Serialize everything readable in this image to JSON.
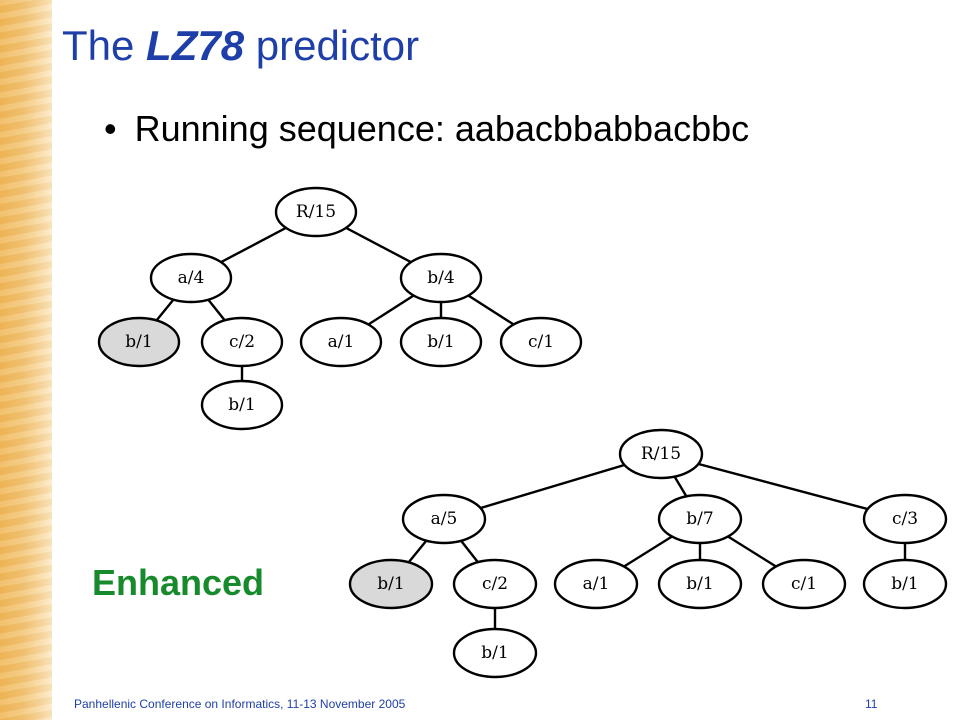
{
  "slide": {
    "title_prefix": "The ",
    "title_em": "LZ78",
    "title_suffix": " predictor",
    "bullet": "Running sequence: aabacbbabbacbbc",
    "enhanced_label": "Enhanced",
    "footer": "Panhellenic Conference on Informatics, 11-13 November 2005",
    "page_number": "11"
  },
  "colors": {
    "title": "#1f3fa8",
    "enhanced": "#178a2c",
    "highlight_node": "#d9d9d9"
  },
  "trees": [
    {
      "name": "lz78-tree",
      "nodes": [
        {
          "id": "root",
          "label": "R/15"
        },
        {
          "id": "a",
          "label": "a/4",
          "parent": "root"
        },
        {
          "id": "b",
          "label": "b/4",
          "parent": "root"
        },
        {
          "id": "ab",
          "label": "b/1",
          "parent": "a",
          "highlight": true
        },
        {
          "id": "ac",
          "label": "c/2",
          "parent": "a"
        },
        {
          "id": "acb",
          "label": "b/1",
          "parent": "ac"
        },
        {
          "id": "ba",
          "label": "a/1",
          "parent": "b"
        },
        {
          "id": "bb",
          "label": "b/1",
          "parent": "b"
        },
        {
          "id": "bc",
          "label": "c/1",
          "parent": "b"
        }
      ]
    },
    {
      "name": "enhanced-tree",
      "nodes": [
        {
          "id": "root",
          "label": "R/15"
        },
        {
          "id": "a",
          "label": "a/5",
          "parent": "root"
        },
        {
          "id": "b",
          "label": "b/7",
          "parent": "root"
        },
        {
          "id": "c",
          "label": "c/3",
          "parent": "root"
        },
        {
          "id": "ab",
          "label": "b/1",
          "parent": "a",
          "highlight": true
        },
        {
          "id": "ac",
          "label": "c/2",
          "parent": "a"
        },
        {
          "id": "acb",
          "label": "b/1",
          "parent": "ac"
        },
        {
          "id": "ba",
          "label": "a/1",
          "parent": "b"
        },
        {
          "id": "bb",
          "label": "b/1",
          "parent": "b"
        },
        {
          "id": "bc",
          "label": "c/1",
          "parent": "b"
        },
        {
          "id": "cb",
          "label": "b/1",
          "parent": "c"
        }
      ]
    }
  ]
}
